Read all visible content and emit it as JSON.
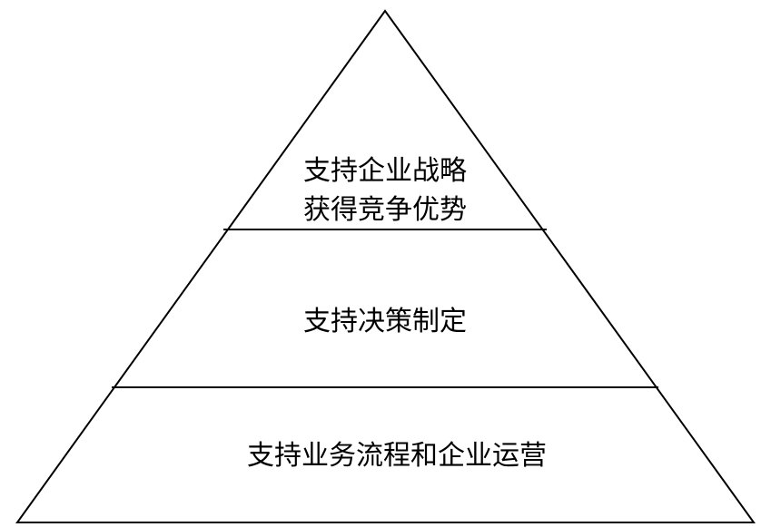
{
  "diagram": {
    "type": "pyramid",
    "levels": [
      {
        "lines": [
          "支持企业战略",
          "获得竞争优势"
        ]
      },
      {
        "lines": [
          "支持决策制定"
        ]
      },
      {
        "lines": [
          "支持业务流程和企业运营"
        ]
      }
    ],
    "line_color": "#000000",
    "fill_color": "#ffffff",
    "text_color": "#000000"
  }
}
